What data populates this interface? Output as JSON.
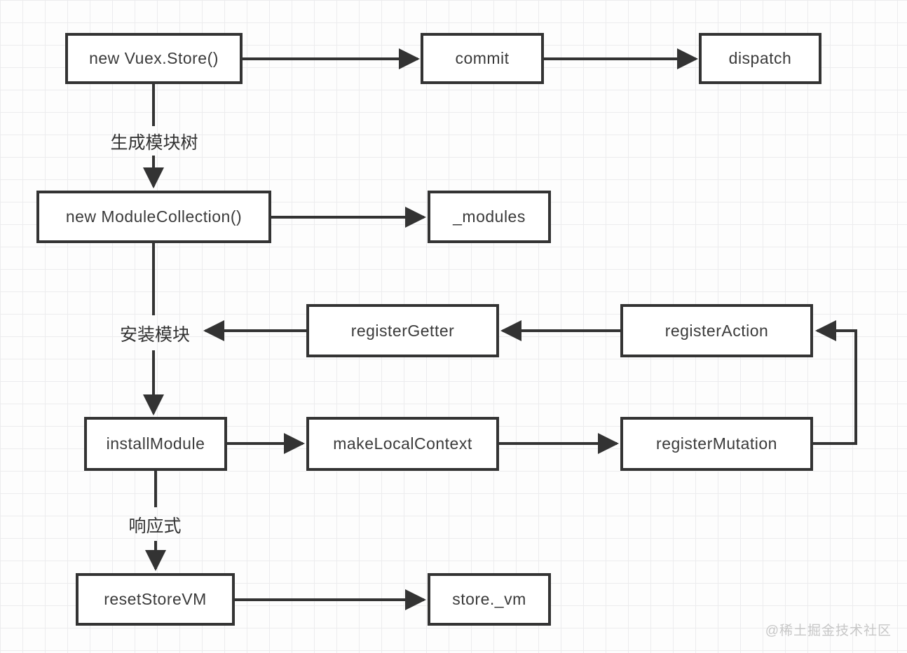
{
  "diagram": {
    "title_hint": "Vuex Store initialization flowchart",
    "nodes": {
      "newVuexStore": {
        "label": "new Vuex.Store()"
      },
      "commit": {
        "label": "commit"
      },
      "dispatch": {
        "label": "dispatch"
      },
      "newModuleCollection": {
        "label": "new ModuleCollection()"
      },
      "modules": {
        "label": "_modules"
      },
      "registerGetter": {
        "label": "registerGetter"
      },
      "registerAction": {
        "label": "registerAction"
      },
      "installModule": {
        "label": "installModule"
      },
      "makeLocalContext": {
        "label": "makeLocalContext"
      },
      "registerMutation": {
        "label": "registerMutation"
      },
      "resetStoreVM": {
        "label": "resetStoreVM"
      },
      "storeVm": {
        "label": "store._vm"
      }
    },
    "edge_labels": {
      "generate_module_tree": "生成模块树",
      "install_module": "安装模块",
      "reactive": "响应式"
    },
    "colors": {
      "stroke": "#333333",
      "node_background": "#ffffff",
      "grid_line": "#ececee",
      "watermark_text": "#c7c7c7"
    },
    "watermark": "@稀土掘金技术社区"
  }
}
